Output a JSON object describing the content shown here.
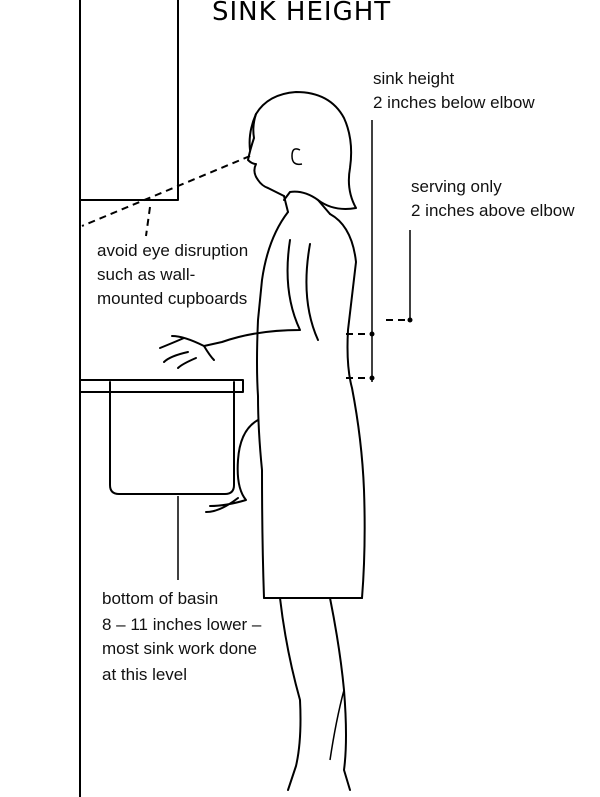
{
  "title": "SINK HEIGHT",
  "labels": {
    "sink_height": [
      "sink height",
      "2 inches below elbow"
    ],
    "serving": [
      "serving only",
      "2 inches above elbow"
    ],
    "eye": [
      "avoid eye disruption",
      "such as wall-",
      "mounted cupboards"
    ],
    "basin": [
      "bottom of basin",
      "8 – 11 inches lower –",
      "most sink work done",
      "at this level"
    ]
  },
  "colors": {
    "line": "#000000",
    "text": "#111111",
    "background": "#ffffff"
  }
}
